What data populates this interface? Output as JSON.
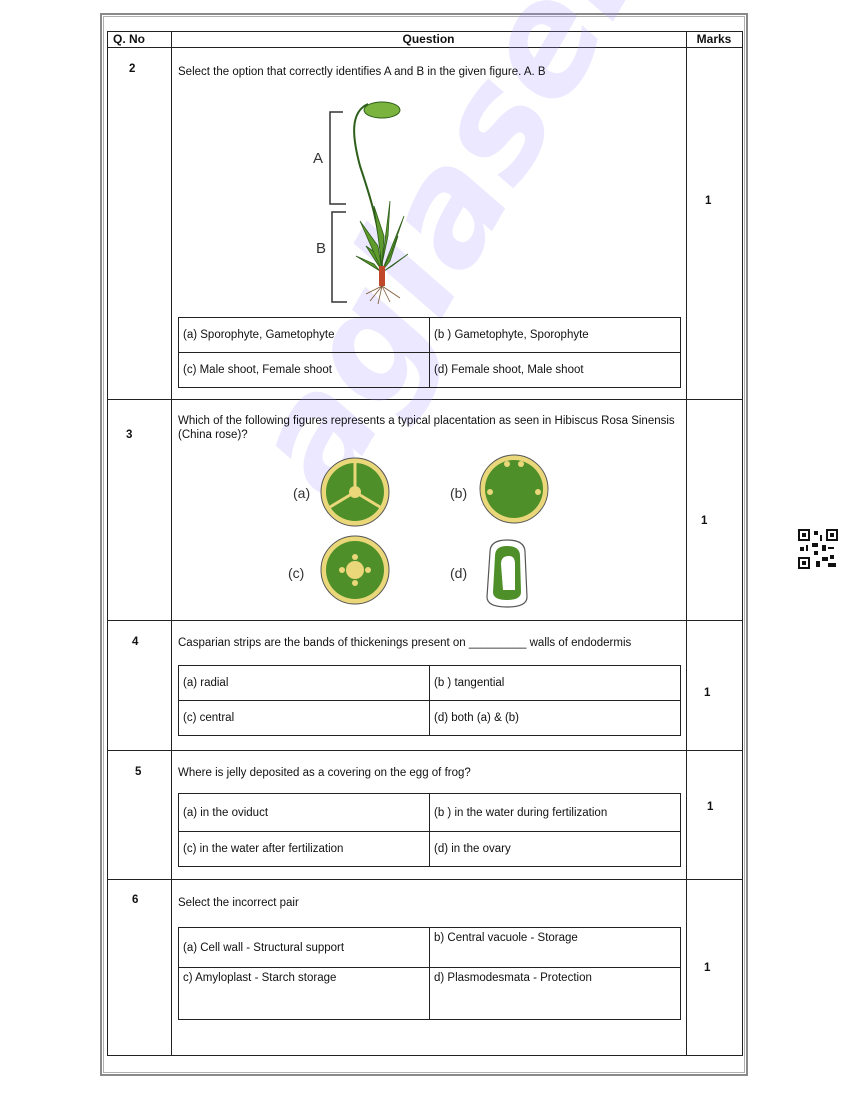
{
  "header": {
    "qno": "Q. No",
    "question": "Question",
    "marks": "Marks"
  },
  "watermark": "aglasem",
  "questions": [
    {
      "no": "2",
      "text": "Select the option that correctly identifies A and B in the given figure. A. B",
      "figure_labels": [
        "A",
        "B"
      ],
      "options": [
        "(a)  Sporophyte, Gametophyte",
        "(b  )  Gametophyte, Sporophyte",
        "(c)  Male shoot, Female shoot",
        "(d)   Female shoot, Male shoot"
      ],
      "marks": "1"
    },
    {
      "no": "3",
      "text": "Which of the following figures represents a typical placentation as seen in Hibiscus Rosa Sinensis (China rose)?",
      "figure_labels": [
        "(a)",
        "(b)",
        "(c)",
        "(d)"
      ],
      "marks": "1"
    },
    {
      "no": "4",
      "text": "Casparian strips are the bands of thickenings present on _________ walls of endodermis",
      "options": [
        "(a)   radial",
        "(b  )  tangential",
        "(c)  central",
        "(d)    both (a) & (b)"
      ],
      "marks": "1"
    },
    {
      "no": "5",
      "text": "Where is jelly deposited as a covering on the egg of frog?",
      "options": [
        "(a)   in the oviduct",
        "(b )  in the water during fertilization",
        "(c) in the water after fertilization",
        "(d) in the ovary"
      ],
      "marks": "1"
    },
    {
      "no": "6",
      "text": "Select the incorrect pair",
      "options": [
        "(a)   Cell wall - Structural support",
        "b) Central vacuole -  Storage",
        "c) Amyloplast - Starch storage",
        "d) Plasmodesmata - Protection"
      ],
      "marks": "1"
    }
  ],
  "colors": {
    "plant_green": "#5e9a2c",
    "ovary_green": "#4f8f2a",
    "rim_yellow": "#e9d77a",
    "watermark": "#b9a8ff"
  }
}
